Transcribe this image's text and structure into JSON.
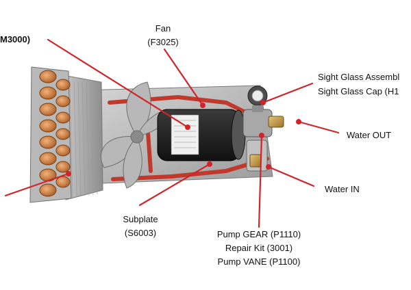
{
  "labels": {
    "motor_cut": "M3000)",
    "fan_name": "Fan",
    "fan_code": "(F3025)",
    "sight_assembly": "Sight Glass Assembl",
    "sight_cap": "Sight Glass Cap (H1",
    "water_out": "Water OUT",
    "water_in": "Water IN",
    "subplate_name": "Subplate",
    "subplate_code": "(S6003)",
    "pump_gear": "Pump GEAR (P1110)",
    "repair_kit": "Repair Kit (3001)",
    "pump_vane": "Pump VANE (P1100)"
  },
  "colors": {
    "leader": "#d2232a",
    "dot": "#d2232a",
    "text": "#111111"
  }
}
